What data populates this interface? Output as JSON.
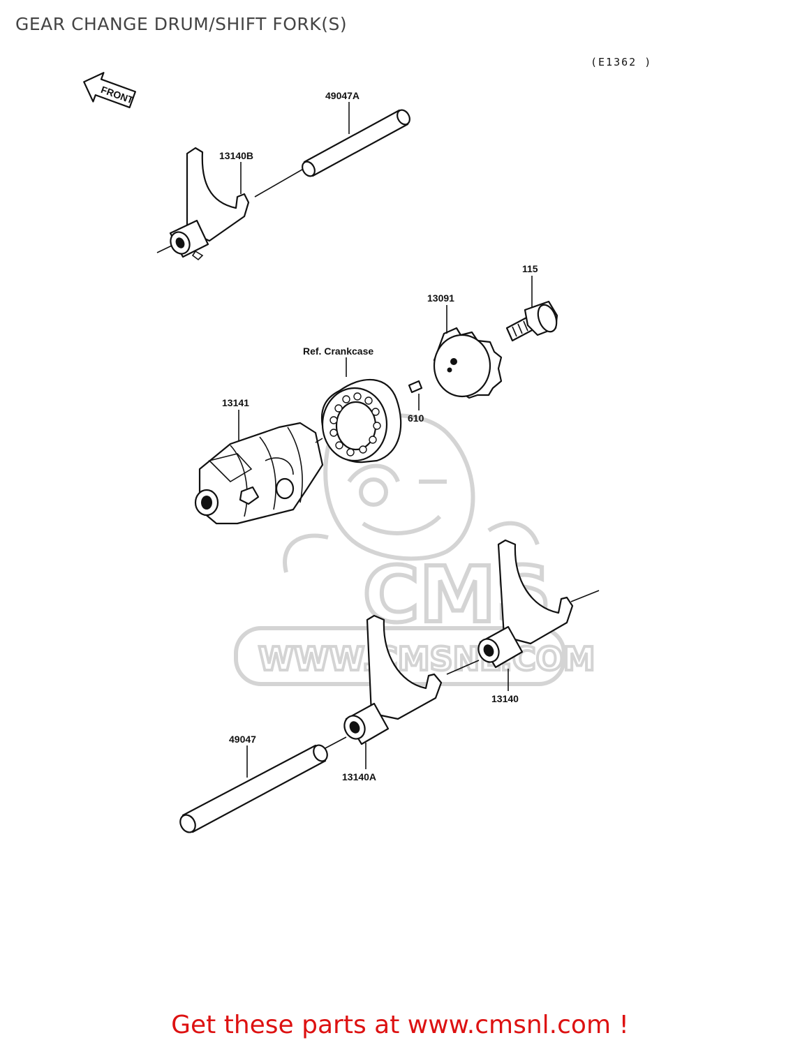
{
  "page": {
    "title": "GEAR CHANGE DRUM/SHIFT FORK(S)",
    "diagram_code": "(E1362 )",
    "footer": "Get these parts at www.cmsnl.com !"
  },
  "front_arrow": {
    "label": "FRONT"
  },
  "watermark": {
    "logo_text": "CMS",
    "url_text": "WWW.CMSNL.COM"
  },
  "parts": {
    "p49047A": "49047A",
    "p13140B": "13140B",
    "p115": "115",
    "p13091": "13091",
    "crankcase": "Ref. Crankcase",
    "p13141": "13141",
    "p610": "610",
    "p13140": "13140",
    "p49047": "49047",
    "p13140A": "13140A"
  },
  "colors": {
    "footer": "#dd1111",
    "title": "#444444",
    "watermark": "#d4d4d4"
  }
}
